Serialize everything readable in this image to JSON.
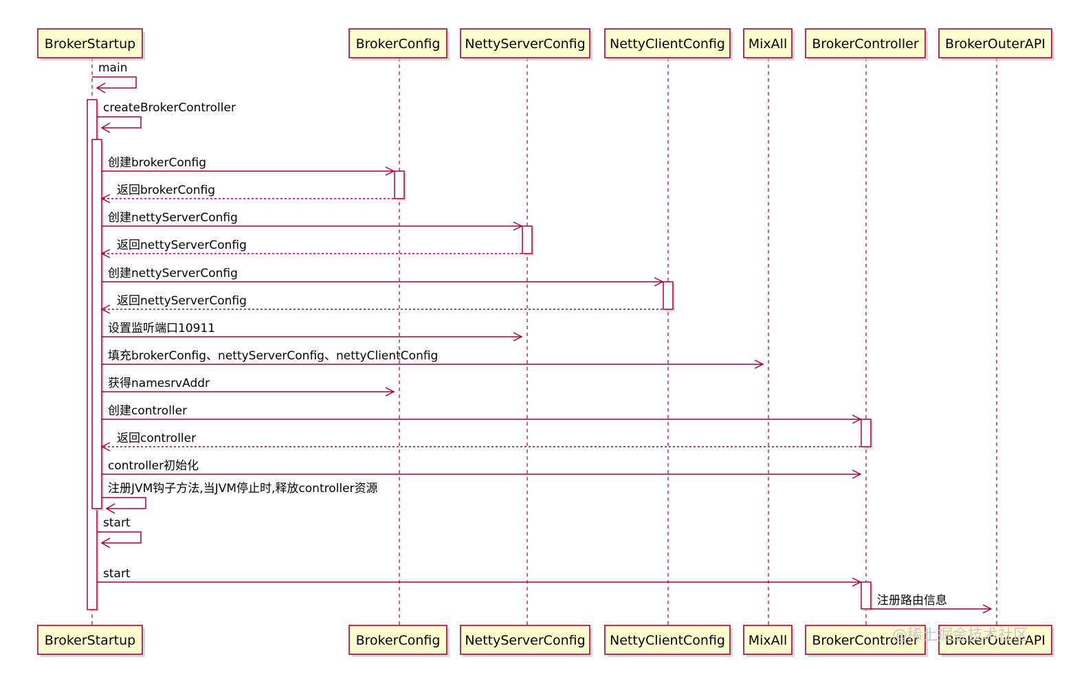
{
  "diagram": {
    "type": "sequence",
    "participants": [
      "BrokerStartup",
      "BrokerConfig",
      "NettyServerConfig",
      "NettyClientConfig",
      "MixAll",
      "BrokerController",
      "BrokerOuterAPI"
    ],
    "messages": [
      {
        "from": "BrokerStartup",
        "to": "BrokerStartup",
        "label": "main",
        "style": "self"
      },
      {
        "from": "BrokerStartup",
        "to": "BrokerStartup",
        "label": "createBrokerController",
        "style": "self"
      },
      {
        "from": "BrokerStartup",
        "to": "BrokerConfig",
        "label": "创建brokerConfig",
        "style": "solid"
      },
      {
        "from": "BrokerConfig",
        "to": "BrokerStartup",
        "label": "返回brokerConfig",
        "style": "dashed"
      },
      {
        "from": "BrokerStartup",
        "to": "NettyServerConfig",
        "label": "创建nettyServerConfig",
        "style": "solid"
      },
      {
        "from": "NettyServerConfig",
        "to": "BrokerStartup",
        "label": "返回nettyServerConfig",
        "style": "dashed"
      },
      {
        "from": "BrokerStartup",
        "to": "NettyClientConfig",
        "label": "创建nettyServerConfig",
        "style": "solid"
      },
      {
        "from": "NettyClientConfig",
        "to": "BrokerStartup",
        "label": "返回nettyServerConfig",
        "style": "dashed"
      },
      {
        "from": "BrokerStartup",
        "to": "NettyServerConfig",
        "label": "设置监听端口10911",
        "style": "solid"
      },
      {
        "from": "BrokerStartup",
        "to": "MixAll",
        "label": "填充brokerConfig、nettyServerConfig、nettyClientConfig",
        "style": "solid"
      },
      {
        "from": "BrokerStartup",
        "to": "BrokerConfig",
        "label": "获得namesrvAddr",
        "style": "solid"
      },
      {
        "from": "BrokerStartup",
        "to": "BrokerController",
        "label": "创建controller",
        "style": "solid"
      },
      {
        "from": "BrokerController",
        "to": "BrokerStartup",
        "label": "返回controller",
        "style": "dashed"
      },
      {
        "from": "BrokerStartup",
        "to": "BrokerController",
        "label": "controller初始化",
        "style": "solid"
      },
      {
        "from": "BrokerStartup",
        "to": "BrokerStartup",
        "label": "注册JVM钩子方法,当JVM停止时,释放controller资源",
        "style": "self"
      },
      {
        "from": "BrokerStartup",
        "to": "BrokerStartup",
        "label": "start",
        "style": "self"
      },
      {
        "from": "BrokerStartup",
        "to": "BrokerController",
        "label": "start",
        "style": "solid"
      },
      {
        "from": "BrokerController",
        "to": "BrokerOuterAPI",
        "label": "注册路由信息",
        "style": "solid"
      }
    ],
    "watermark": "@稀土掘金技术社区"
  },
  "colors": {
    "border": "#A80036",
    "participant_fill": "#FEFECE"
  }
}
